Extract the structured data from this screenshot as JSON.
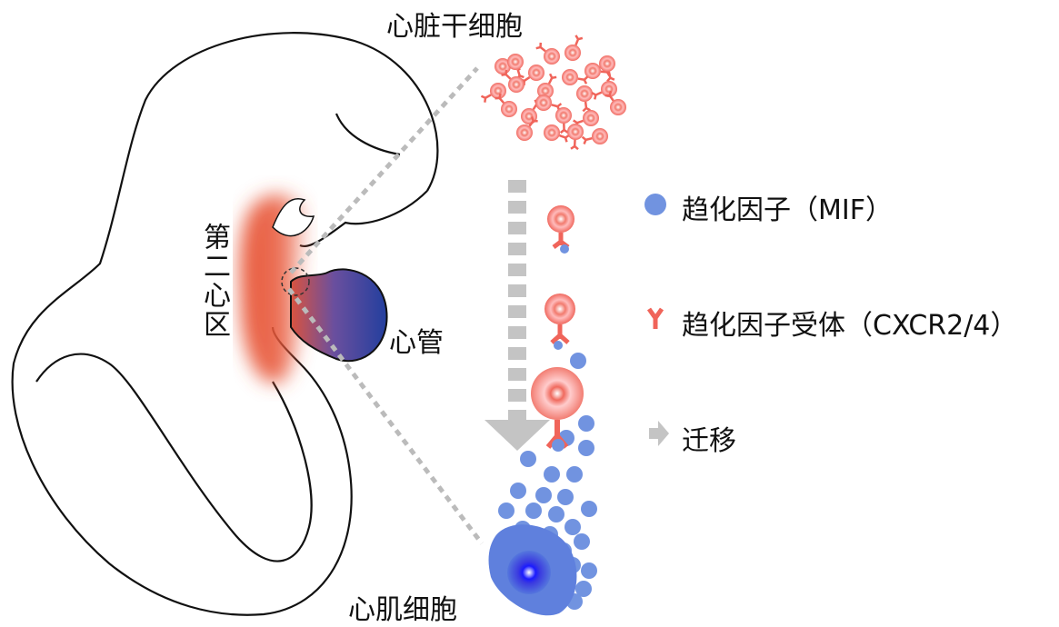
{
  "labels": {
    "stem_cells": "心脏干细胞",
    "second_heart_field": "第二心区",
    "heart_tube": "心管",
    "cardiomyocyte": "心肌细胞"
  },
  "legend": [
    {
      "icon": "blue-dot",
      "label": "趋化因子（MIF）"
    },
    {
      "icon": "red-y-receptor",
      "label": "趋化因子受体（CXCR2/4）"
    },
    {
      "icon": "gray-arrow",
      "label": "迁移"
    }
  ],
  "colors": {
    "mif": "#7193e0",
    "receptor": "#f0645a",
    "arrow": "#c4c4c4",
    "heart_field": "#e8583a",
    "heart_tube": "#2a4aa8"
  }
}
